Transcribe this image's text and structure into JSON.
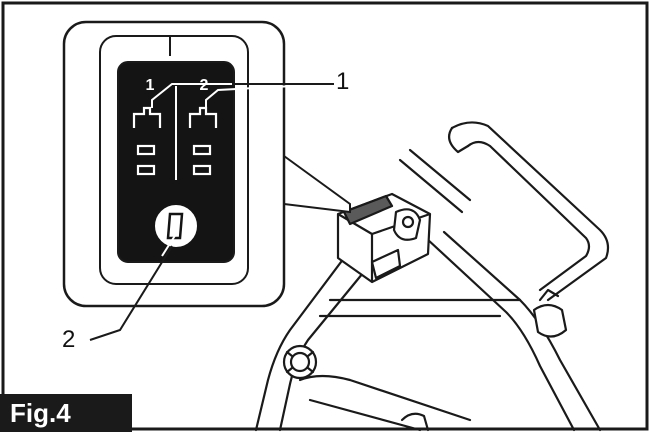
{
  "figure": {
    "label": "Fig.4",
    "callouts": [
      {
        "number": "1"
      },
      {
        "number": "2"
      }
    ],
    "indicator": {
      "channel_labels": [
        "1",
        "2"
      ]
    }
  }
}
